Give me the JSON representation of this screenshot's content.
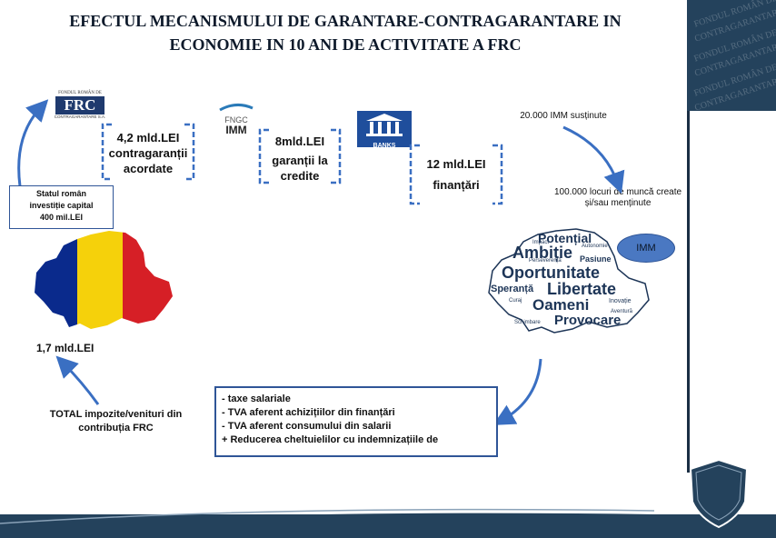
{
  "title": {
    "line1": "EFECTUL MECANISMULUI DE GARANTARE-CONTRAGARANTARE IN",
    "line2": "ECONOMIE IN 10 ANI DE ACTIVITATE A FRC"
  },
  "watermark": {
    "line1": "FONDUL ROMÂN DE",
    "line2": "CONTRAGARANTARE S.A."
  },
  "frc_logo": {
    "top_text": "FONDUL ROMÂN DE",
    "mark": "FRC",
    "bottom_text": "CONTRAGARANTARE S.A."
  },
  "fngc_logo": {
    "top": "FNGC",
    "bottom": "IMM"
  },
  "banks_logo": {
    "label": "BANKS"
  },
  "box1": {
    "line1": "4,2 mld.LEI",
    "line2": "contragaranții",
    "line3": "acordate"
  },
  "box2": {
    "line1": "8mld.LEI",
    "line2": "garanții la",
    "line3": "credite"
  },
  "box3": {
    "line1": "12 mld.LEI",
    "line2": "finanțări"
  },
  "imm_supported": "20.000 IMM susținute",
  "jobs": {
    "line1": "100.000 locuri de muncă create",
    "line2": "și/sau menținute"
  },
  "imm_label": "IMM",
  "state_box": {
    "line1": "Statul român",
    "line2": "investiție capital",
    "line3": "400 mil.LEI"
  },
  "amount_17": "1,7 mld.LEI",
  "total": {
    "line1": "TOTAL impozite/venituri din",
    "line2": "contribuția FRC"
  },
  "taxes": [
    "- taxe salariale",
    "- TVA aferent achizițiilor din finanțări",
    "- TVA aferent consumului din salarii",
    "+ Reducerea cheltuielilor cu  indemnizațiile de"
  ],
  "wordcloud": {
    "big": [
      "Potențial",
      "Ambiție",
      "Oportunitate",
      "Libertate",
      "Oameni",
      "Provocare",
      "Speranță",
      "Pasiune"
    ],
    "small": [
      "Impact",
      "Autonomie",
      "Perseverență",
      "Inovație",
      "Schimbare",
      "Aventură",
      "Curaj"
    ]
  },
  "colors": {
    "navy": "#24425c",
    "accent": "#2f5597",
    "flag_blue": "#0a2a8c",
    "flag_yellow": "#f5d10b",
    "flag_red": "#d61f26",
    "cloud": "#1d3557"
  }
}
